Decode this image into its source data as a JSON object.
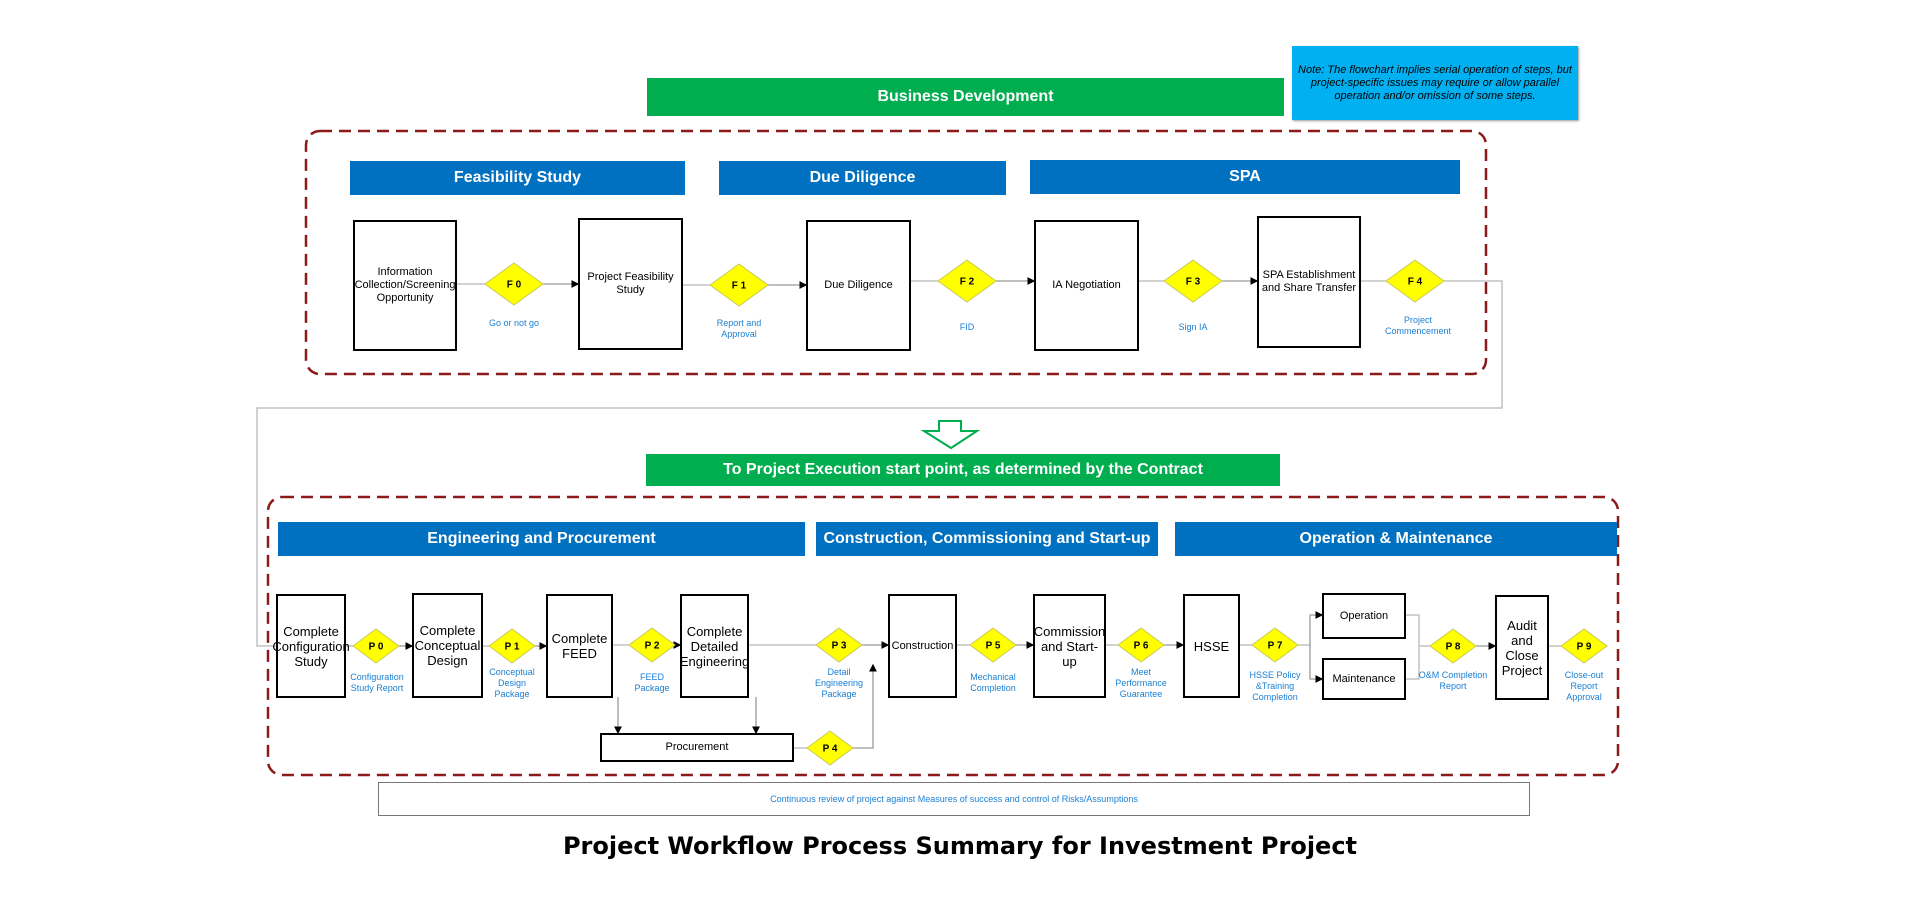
{
  "title": "Project Workflow Process Summary for Investment Project",
  "note": "Note: The flowchart implies serial operation of steps, but project-specific issues may require or allow parallel operation and/or omission of some steps.",
  "business_development": {
    "label": "Business Development",
    "phases": [
      {
        "label": "Feasibility Study"
      },
      {
        "label": "Due Diligence"
      },
      {
        "label": "SPA"
      }
    ],
    "steps": [
      {
        "label": "Information Collection/Screening Opportunity"
      },
      {
        "label": "Project Feasibility Study"
      },
      {
        "label": "Due Diligence"
      },
      {
        "label": "IA Negotiation"
      },
      {
        "label": "SPA Establishment and Share Transfer"
      }
    ],
    "gates": [
      {
        "id": "F 0",
        "label": "Go or not go"
      },
      {
        "id": "F 1",
        "label": "Report and Approval"
      },
      {
        "id": "F 2",
        "label": "FID"
      },
      {
        "id": "F 3",
        "label": "Sign IA"
      },
      {
        "id": "F 4",
        "label": "Project Commencement"
      }
    ]
  },
  "transition": {
    "label": "To Project Execution start point, as determined by the Contract",
    "arrow_icon": "down-arrow-outline"
  },
  "execution": {
    "phases": [
      {
        "label": "Engineering and Procurement"
      },
      {
        "label": "Construction, Commissioning and Start-up"
      },
      {
        "label": "Operation & Maintenance"
      }
    ],
    "steps": [
      {
        "label": "Complete Configuration Study"
      },
      {
        "label": "Complete Conceptual Design"
      },
      {
        "label": "Complete FEED"
      },
      {
        "label": "Complete Detailed Engineering"
      },
      {
        "label": "Procurement"
      },
      {
        "label": "Construction"
      },
      {
        "label": "Commission and Start-up"
      },
      {
        "label": "HSSE"
      },
      {
        "label": "Operation"
      },
      {
        "label": "Maintenance"
      },
      {
        "label": "Audit and Close Project"
      }
    ],
    "gates": [
      {
        "id": "P 0",
        "label": "Configuration Study Report"
      },
      {
        "id": "P 1",
        "label": "Conceptual Design Package"
      },
      {
        "id": "P 2",
        "label": "FEED Package"
      },
      {
        "id": "P 3",
        "label": "Detail Engineering Package"
      },
      {
        "id": "P 4",
        "label": ""
      },
      {
        "id": "P 5",
        "label": "Mechanical Completion"
      },
      {
        "id": "P 6",
        "label": "Meet Performance Guarantee"
      },
      {
        "id": "P 7",
        "label": "HSSE Policy &Training Completion"
      },
      {
        "id": "P 8",
        "label": "O&M Completion Report"
      },
      {
        "id": "P 9",
        "label": "Close-out Report Approval"
      }
    ]
  },
  "review": "Continuous review of project against Measures of success and control of Risks/Assumptions",
  "colors": {
    "green": "#00ad4f",
    "blue": "#0070c0",
    "note_blue": "#00b0f0",
    "gate_yellow": "#ffff00",
    "dashed_border": "#8b1a1a",
    "label_blue": "#1a7fd4"
  }
}
